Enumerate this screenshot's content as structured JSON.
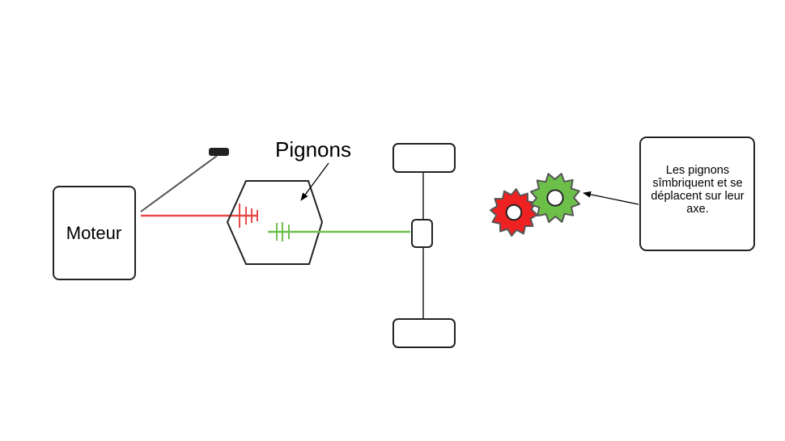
{
  "diagram": {
    "motor": {
      "label": "Moteur"
    },
    "gearbox": {
      "label": "Pignons"
    },
    "note": {
      "text": "Les pignons sîmbriquent et se déplacent sur leur axe."
    },
    "colors": {
      "red_gear": "#ee2222",
      "green_gear": "#6cc04a",
      "red_shaft": "#e84a4a",
      "green_shaft": "#6fbf4f",
      "outline": "#222222",
      "axle": "#555555"
    }
  }
}
